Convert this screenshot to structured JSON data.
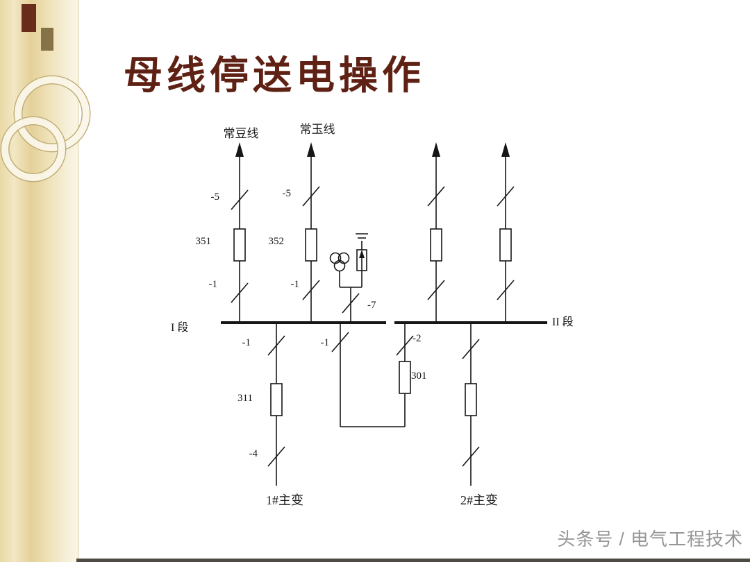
{
  "slide": {
    "title": "母线停送电操作",
    "watermark": "头条号 / 电气工程技术"
  },
  "labels": {
    "feederA_name": "常豆线",
    "feederA_ds_top": "-5",
    "feederA_breaker": "351",
    "feederA_ds_bottom": "-1",
    "feederB_name": "常玉线",
    "feederB_ds_top": "-5",
    "feederB_breaker": "352",
    "feederB_ds_bottom": "-1",
    "pt_ds": "-7",
    "bus1": "I 段",
    "bus2": "II 段",
    "t1_ds_top": "-1",
    "t1_breaker": "311",
    "t1_ds_bottom": "-4",
    "t1_name": "1#主变",
    "tie_ds_bus1": "-1",
    "tie_breaker": "301",
    "tie_ds_bus2": "-2",
    "t2_name": "2#主变"
  },
  "colors": {
    "title": "#5e2114",
    "line": "#161616",
    "watermark": "#969696",
    "sidebar_tan": "#e4d099",
    "square_dark": "#6a2c1a",
    "square_olive": "#857247"
  }
}
